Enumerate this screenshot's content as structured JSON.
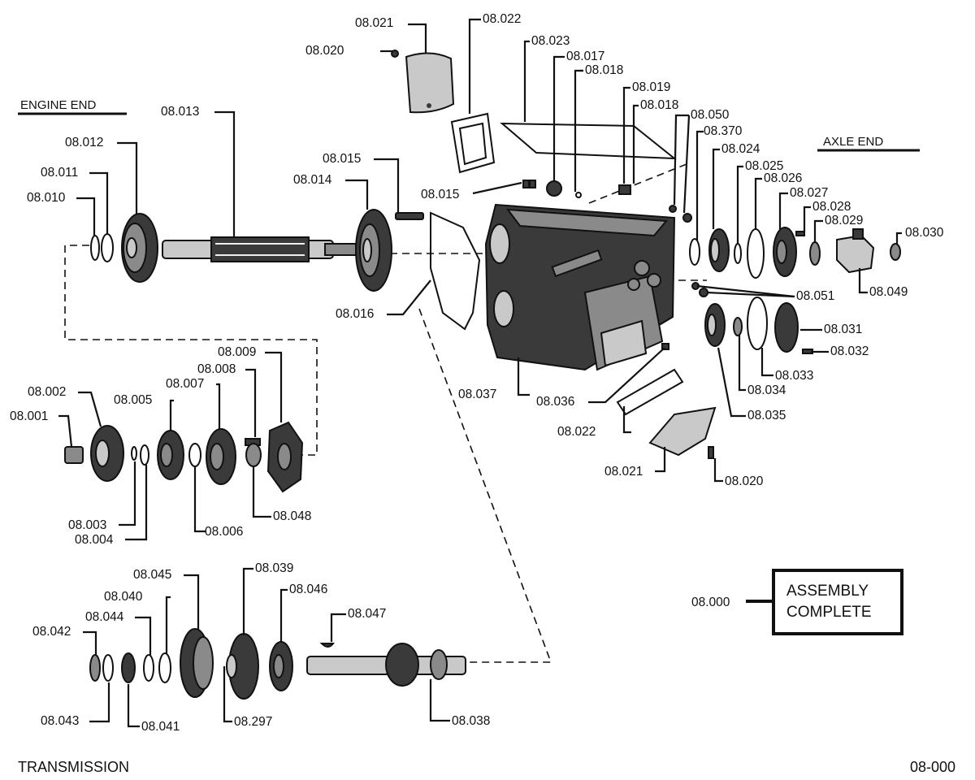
{
  "headers": {
    "engine_end": "ENGINE END",
    "axle_end": "AXLE END"
  },
  "footer": {
    "title": "TRANSMISSION",
    "page": "08-000"
  },
  "assembly": {
    "part_no": "08.000",
    "line1": "ASSEMBLY",
    "line2": "COMPLETE"
  },
  "labels": {
    "p08_001": "08.001",
    "p08_002": "08.002",
    "p08_003": "08.003",
    "p08_004": "08.004",
    "p08_005": "08.005",
    "p08_006": "08.006",
    "p08_007": "08.007",
    "p08_008": "08.008",
    "p08_009": "08.009",
    "p08_010": "08.010",
    "p08_011": "08.011",
    "p08_012": "08.012",
    "p08_013": "08.013",
    "p08_014": "08.014",
    "p08_015a": "08.015",
    "p08_015b": "08.015",
    "p08_016": "08.016",
    "p08_017": "08.017",
    "p08_018a": "08.018",
    "p08_018b": "08.018",
    "p08_019": "08.019",
    "p08_020a": "08.020",
    "p08_020b": "08.020",
    "p08_021a": "08.021",
    "p08_021b": "08.021",
    "p08_022a": "08.022",
    "p08_022b": "08.022",
    "p08_023": "08.023",
    "p08_024": "08.024",
    "p08_025": "08.025",
    "p08_026": "08.026",
    "p08_027": "08.027",
    "p08_028": "08.028",
    "p08_029": "08.029",
    "p08_030": "08.030",
    "p08_031": "08.031",
    "p08_032": "08.032",
    "p08_033": "08.033",
    "p08_034": "08.034",
    "p08_035": "08.035",
    "p08_036": "08.036",
    "p08_037": "08.037",
    "p08_038": "08.038",
    "p08_039": "08.039",
    "p08_040": "08.040",
    "p08_041": "08.041",
    "p08_042": "08.042",
    "p08_043": "08.043",
    "p08_044": "08.044",
    "p08_045": "08.045",
    "p08_046": "08.046",
    "p08_047": "08.047",
    "p08_048": "08.048",
    "p08_049": "08.049",
    "p08_050": "08.050",
    "p08_051": "08.051",
    "p08_297": "08.297",
    "p08_370": "08.370"
  }
}
